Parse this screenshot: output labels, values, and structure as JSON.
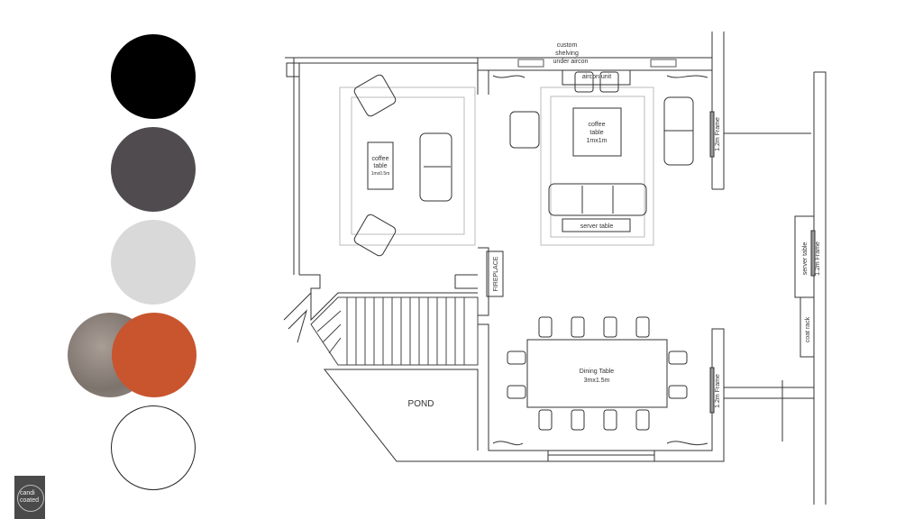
{
  "palette": {
    "swatches": [
      {
        "name": "black",
        "color": "#000000"
      },
      {
        "name": "charcoal",
        "color": "#4f4b4f"
      },
      {
        "name": "light-grey",
        "color": "#d9d9d9"
      },
      {
        "name": "stone-texture",
        "color": "#8f8680"
      },
      {
        "name": "burnt-orange",
        "color": "#c8552e"
      },
      {
        "name": "white",
        "color": "#ffffff"
      }
    ]
  },
  "logo": {
    "line1": "candi",
    "line2": "coated"
  },
  "floorplan": {
    "labels": {
      "custom_shelving_1": "custom",
      "custom_shelving_2": "shelving",
      "custom_shelving_3": "under aircon",
      "aircon": "aircon unit",
      "coffee_table_right_1": "coffee",
      "coffee_table_right_2": "table",
      "coffee_table_right_3": "1mx1m",
      "coffee_table_left_1": "coffee",
      "coffee_table_left_2": "table",
      "coffee_table_left_3": "1mx0.5m",
      "server_table_living": "server table",
      "frame_living": "1.2m Frame",
      "fireplace": "FIREPLACE",
      "server_table_hall": "server table",
      "frame_hall": "1.2m Frame",
      "coat_rack": "coat rack",
      "dining_table_1": "Dining Table",
      "dining_table_2": "3mx1.5m",
      "frame_dining": "1.2m Frame",
      "pond": "POND"
    }
  }
}
